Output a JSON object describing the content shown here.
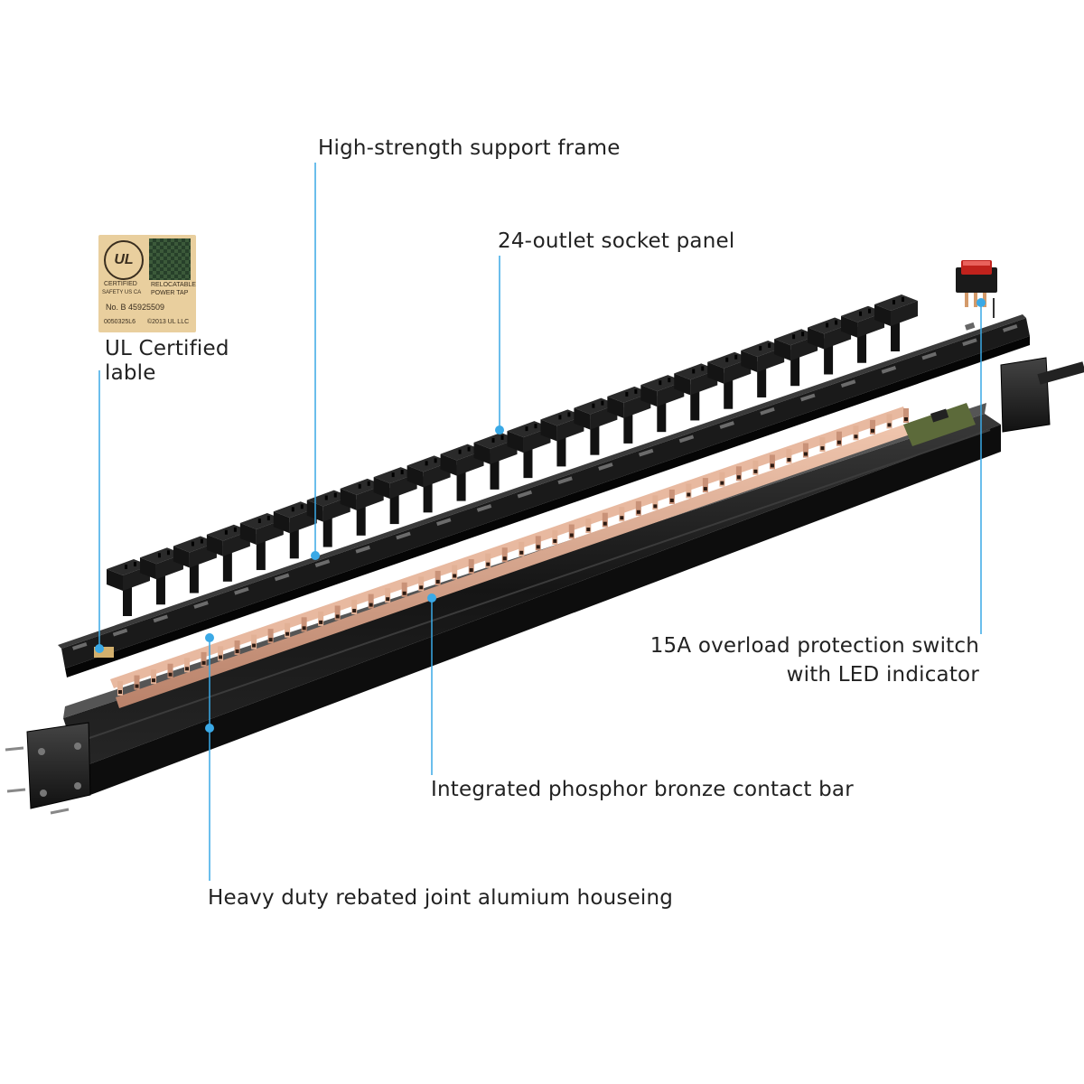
{
  "labels": {
    "support_frame": "High-strength support frame",
    "socket_panel": "24-outlet socket panel",
    "ul_label_line1": "UL Certified",
    "ul_label_line2": "lable",
    "switch_line1": "15A overload protection switch",
    "switch_line2": "with LED indicator",
    "contact_bar": "Integrated phosphor bronze contact bar",
    "housing": "Heavy duty rebated joint alumium houseing"
  },
  "ul_badge": {
    "logo": "UL",
    "certified": "CERTIFIED",
    "safety": "SAFETY US CA",
    "product_line1": "RELOCATABLE",
    "product_line2": "POWER TAP",
    "number": "No. B 45925509",
    "code": "0050325L6",
    "copyright": "©2013 UL LLC"
  },
  "colors": {
    "leader_line": "#3aa9e6",
    "leader_dot": "#3aa9e6",
    "housing": "#1b1b1b",
    "outlet": "#151515",
    "copper": "#d9a58a",
    "switch_led": "#c0221c",
    "badge_bg": "#e9cf9e"
  },
  "product": {
    "outlet_count": 24
  }
}
